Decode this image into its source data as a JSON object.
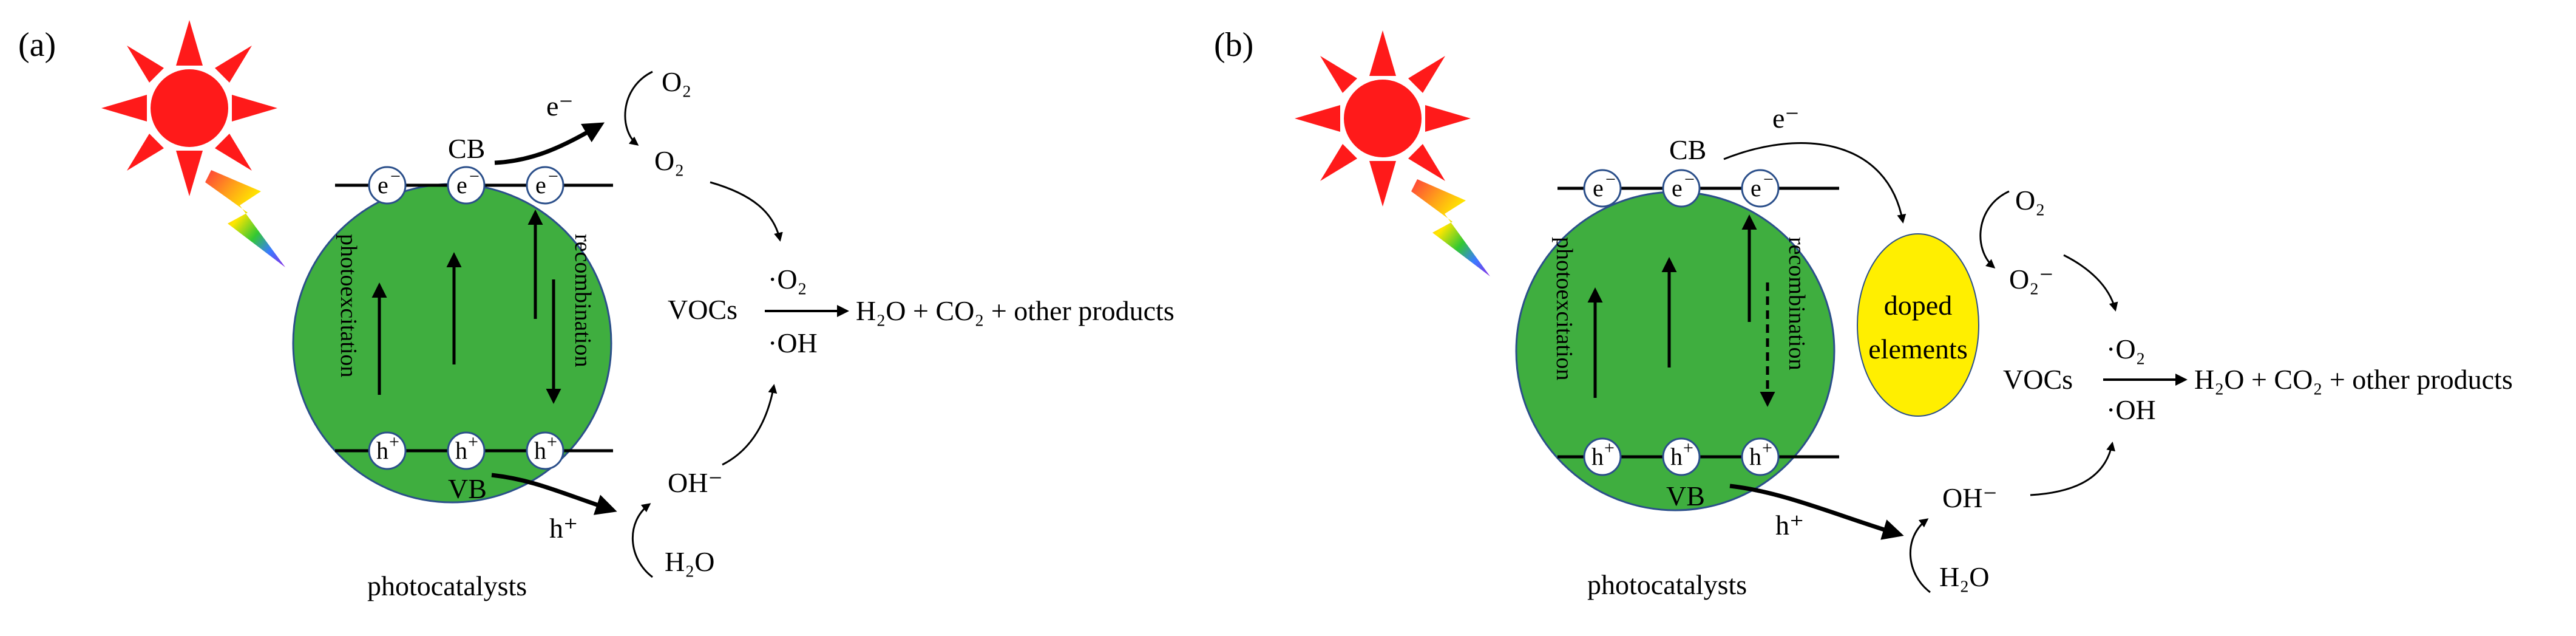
{
  "panels": [
    {
      "label": "(a)",
      "cb": "CB",
      "vb": "VB",
      "electron_symbol": "e",
      "electron_sup": "−",
      "hole_symbol": "h",
      "hole_sup": "+",
      "electron_out": "e⁻",
      "hole_out": "h⁺",
      "photoexcitation": "photoexcitation",
      "recombination": "recombination",
      "catalyst_label": "photocatalysts",
      "o2": "O₂",
      "o2_product": "O₂",
      "oh_minus": "OH⁻",
      "h2o": "H₂O",
      "vocs": "VOCs",
      "radical_o2": "·O₂",
      "radical_oh": "·OH",
      "products": "H₂O + CO₂ + other products"
    },
    {
      "label": "(b)",
      "cb": "CB",
      "vb": "VB",
      "electron_symbol": "e",
      "electron_sup": "−",
      "hole_symbol": "h",
      "hole_sup": "+",
      "electron_out": "e⁻",
      "hole_out": "h⁺",
      "photoexcitation": "photoexcitation",
      "recombination": "recombination",
      "doped_line1": "doped",
      "doped_line2": "elements",
      "catalyst_label": "photocatalysts",
      "o2": "O₂",
      "o2_product": "O₂⁻",
      "oh_minus": "OH⁻",
      "h2o": "H₂O",
      "vocs": "VOCs",
      "radical_o2": "·O₂",
      "radical_oh": "·OH",
      "products": "H₂O + CO₂ + other products"
    }
  ],
  "colors": {
    "sphere": "#3fae3f",
    "sphere_stroke": "#2b4f8a",
    "sun": "#ff1a1a",
    "doped": "#ffef00",
    "ink": "#000000"
  }
}
